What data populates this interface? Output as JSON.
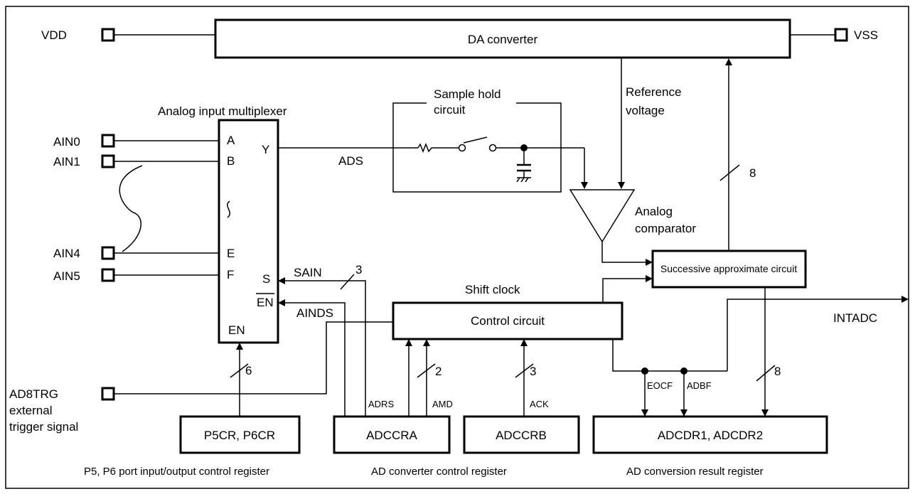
{
  "blocks": {
    "da_converter": "DA converter",
    "mux_title": "Analog input multiplexer",
    "sample_hold_1": "Sample hold",
    "sample_hold_2": "circuit",
    "reference_1": "Reference",
    "reference_2": "voltage",
    "comparator_1": "Analog",
    "comparator_2": "comparator",
    "successive": "Successive approximate circuit",
    "control": "Control circuit",
    "shift_clock": "Shift clock"
  },
  "pins": {
    "vdd": "VDD",
    "vss": "VSS",
    "ain0": "AIN0",
    "ain1": "AIN1",
    "ain4": "AIN4",
    "ain5": "AIN5",
    "ad8trg_1": "AD8TRG",
    "ad8trg_2": "external",
    "ad8trg_3": "trigger signal",
    "intadc": "INTADC"
  },
  "mux_ports": {
    "a": "A",
    "b": "B",
    "e": "E",
    "f": "F",
    "y": "Y",
    "s": "S",
    "en_bar": "EN",
    "en": "EN",
    "squiggle": "{"
  },
  "signals": {
    "ads": "ADS",
    "sain": "SAIN",
    "ainds": "AINDS",
    "adrs": "ADRS",
    "amd": "AMD",
    "ack": "ACK",
    "eocf": "EOCF",
    "adbf": "ADBF"
  },
  "bus_widths": {
    "sain": "3",
    "p5p6": "6",
    "amd": "2",
    "ack": "3",
    "dac": "8",
    "result": "8"
  },
  "registers": {
    "p5cr": "P5CR, P6CR",
    "adccra": "ADCCRA",
    "adccrb": "ADCCRB",
    "adcdr": "ADCDR1, ADCDR2"
  },
  "captions": {
    "p5p6": "P5, P6 port input/output control register",
    "adcr": "AD converter control register",
    "result": "AD conversion result register"
  }
}
